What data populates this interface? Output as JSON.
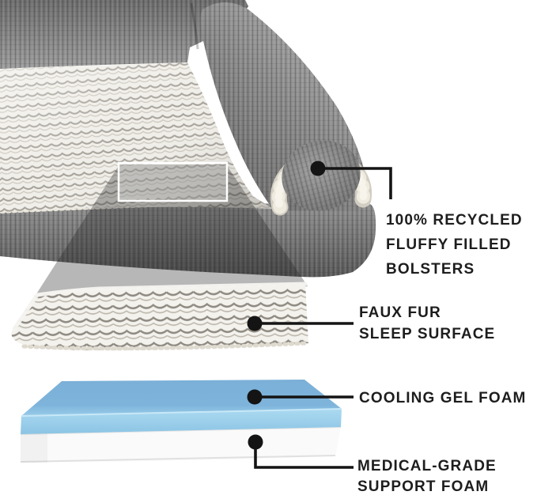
{
  "infographic": {
    "subject": "bolster pet bed cutaway diagram",
    "callouts": [
      {
        "name": "bolsters",
        "lines": [
          "100% RECYCLED",
          "FLUFFY FILLED",
          "BOLSTERS"
        ]
      },
      {
        "name": "sleep-surface",
        "lines": [
          "FAUX FUR",
          "SLEEP SURFACE"
        ]
      },
      {
        "name": "cooling-gel",
        "lines": [
          "COOLING GEL FOAM"
        ]
      },
      {
        "name": "support-foam",
        "lines": [
          "MEDICAL-GRADE",
          "SUPPORT FOAM"
        ]
      }
    ],
    "colors": {
      "label_text": "#1d1d1d",
      "connector": "#141414",
      "gel_foam_top": "#7db2d9",
      "gel_foam_front": "#a3d4ee",
      "support_foam_white": "#fafafa",
      "fur_cream": "#f2f0ea",
      "fabric_gray": "#8a8a8a",
      "magnifier_overlay": "#b5b5b5"
    }
  }
}
